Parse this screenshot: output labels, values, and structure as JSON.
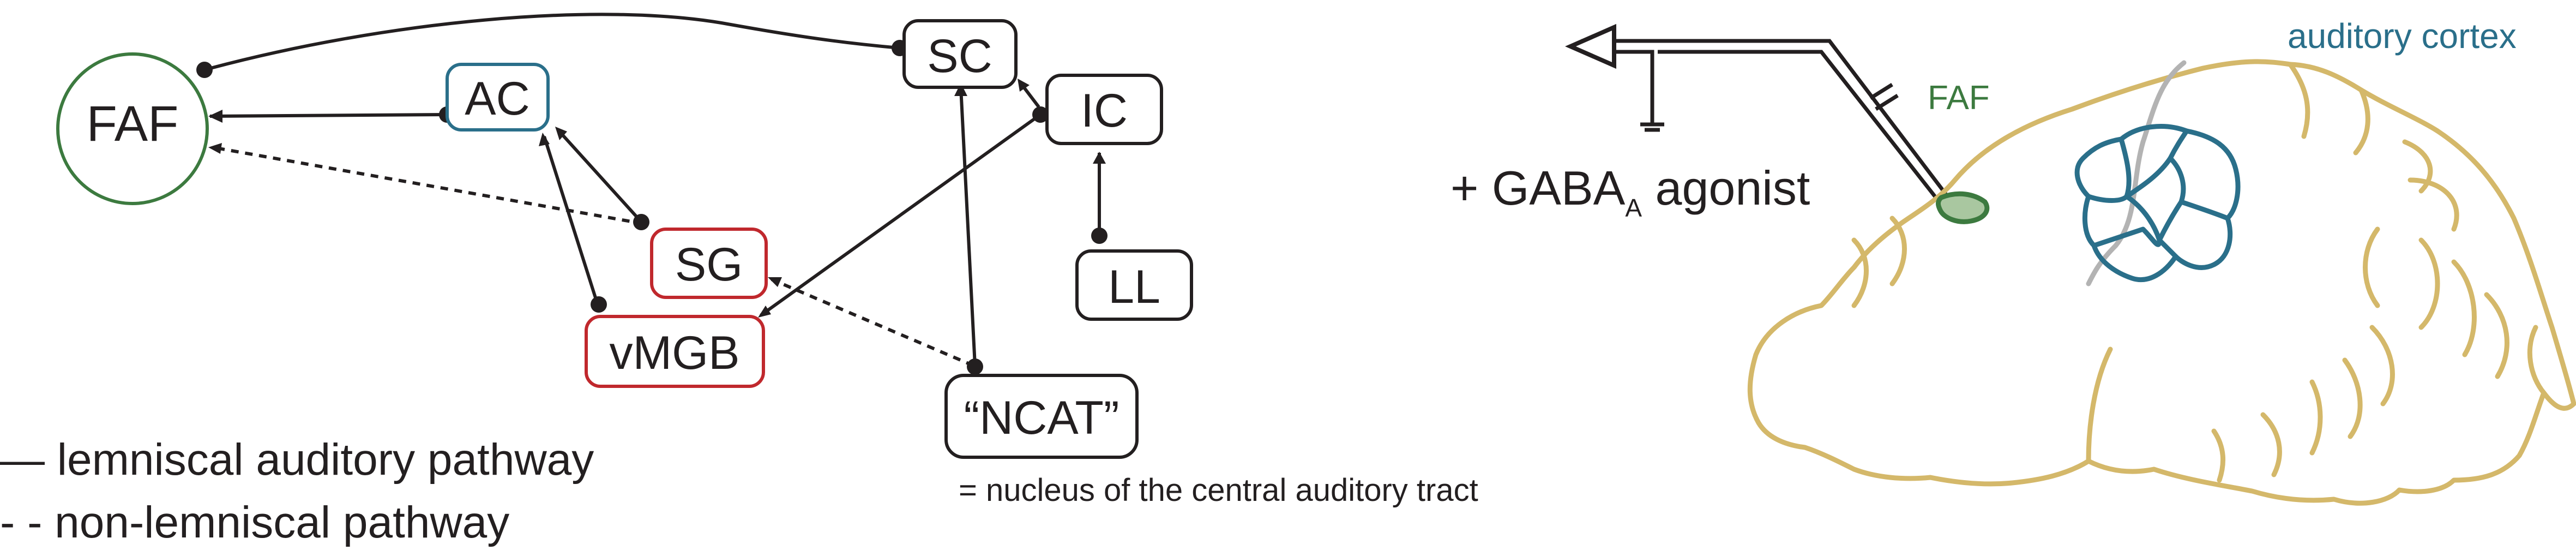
{
  "nodes": {
    "faf": "FAF",
    "ac": "AC",
    "sc": "SC",
    "ic": "IC",
    "ll": "LL",
    "sg": "SG",
    "vmgb": "vMGB",
    "ncat": "“NCAT”"
  },
  "ncat_note": "= nucleus of the central auditory tract",
  "legend": {
    "solid": "— lemniscal auditory pathway",
    "dashed": "- - non-lemniscal pathway"
  },
  "injection": {
    "prefix": "+ GABA",
    "subscript": "A",
    "suffix": " agonist"
  },
  "brain": {
    "faf_label": "FAF",
    "cortex_label": "auditory cortex"
  },
  "colors": {
    "ink": "#231f20",
    "faf_green": "#3c7a3f",
    "ac_blue": "#2a6f8a",
    "red": "#c0282d",
    "brain_outline": "#d4b86a",
    "sulcus_gray": "#b3b3b3"
  }
}
